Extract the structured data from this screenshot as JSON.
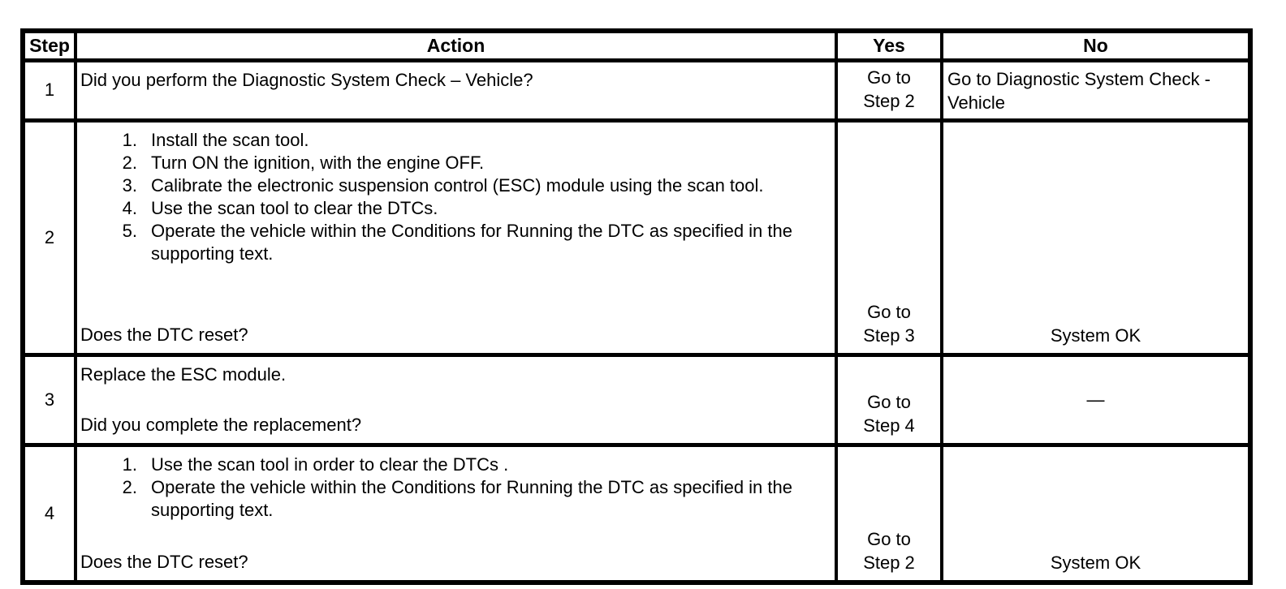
{
  "table": {
    "headers": {
      "step": "Step",
      "action": "Action",
      "yes": "Yes",
      "no": "No"
    },
    "rows": [
      {
        "step": "1",
        "question": "Did you perform the Diagnostic System Check – Vehicle?",
        "yes": [
          "Go to",
          "Step 2"
        ],
        "no": [
          "Go to Diagnostic System Check -",
          "Vehicle"
        ]
      },
      {
        "step": "2",
        "list_numbers": [
          "1.",
          "2.",
          "3.",
          "4.",
          "5."
        ],
        "list": [
          "Install the scan tool.",
          "Turn ON the ignition, with the engine OFF.",
          "Calibrate the electronic suspension control (ESC) module using the scan tool.",
          "Use the scan tool to clear the DTCs.",
          "Operate the vehicle within the Conditions for Running the DTC as specified in the supporting text."
        ],
        "question": "Does the DTC reset?",
        "yes": [
          "Go to",
          "Step 3"
        ],
        "no": [
          "System OK"
        ]
      },
      {
        "step": "3",
        "intro": "Replace the ESC module.",
        "question": "Did you complete the replacement?",
        "yes": [
          "Go to",
          "Step 4"
        ],
        "no": [
          "—"
        ]
      },
      {
        "step": "4",
        "list_numbers": [
          "1.",
          "2."
        ],
        "list": [
          "Use the scan tool in order to clear the DTCs .",
          "Operate the vehicle within the Conditions for Running the DTC as specified in the supporting text."
        ],
        "question": "Does the DTC reset?",
        "yes": [
          "Go to",
          "Step 2"
        ],
        "no": [
          "System OK"
        ]
      }
    ],
    "colors": {
      "border": "#000000",
      "text": "#000000",
      "background": "#ffffff"
    }
  }
}
